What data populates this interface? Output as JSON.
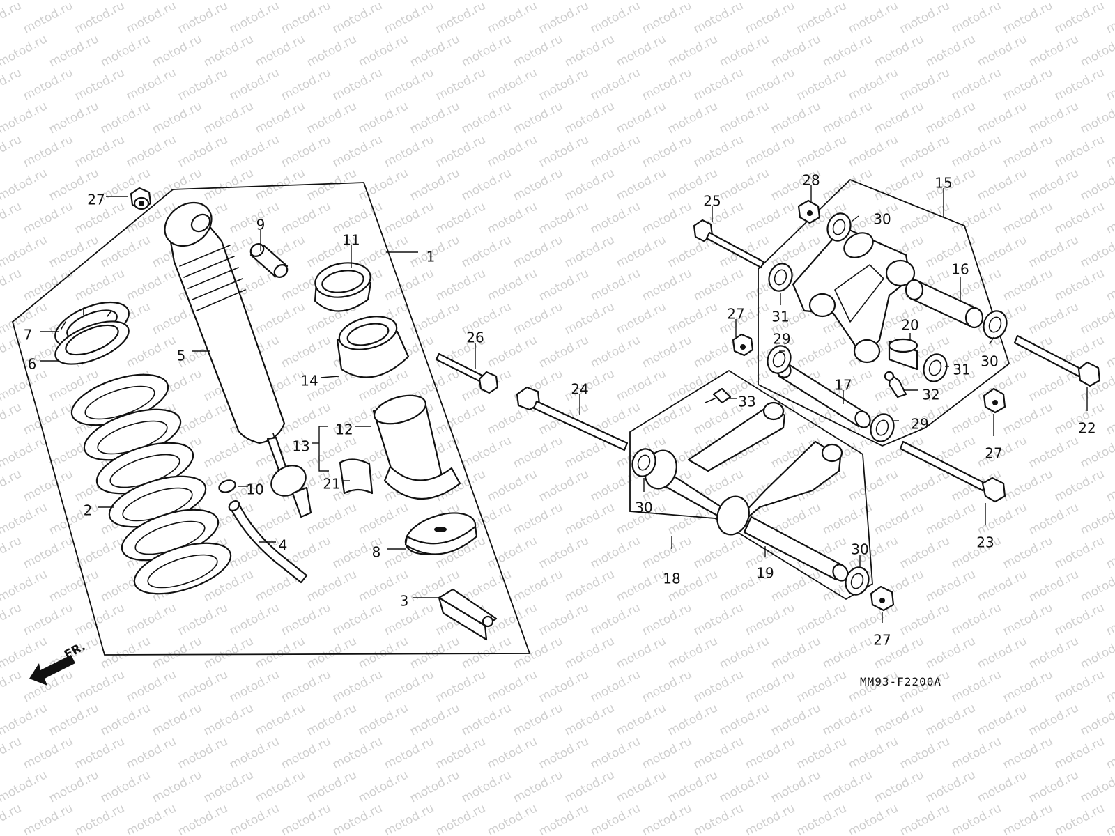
{
  "watermark_text": "motod.ru",
  "diagram_code": "MM93-F2200A",
  "direction_label": "FR.",
  "callouts": [
    {
      "id": "1",
      "label": "1"
    },
    {
      "id": "2",
      "label": "2"
    },
    {
      "id": "3",
      "label": "3"
    },
    {
      "id": "4",
      "label": "4"
    },
    {
      "id": "5",
      "label": "5"
    },
    {
      "id": "6",
      "label": "6"
    },
    {
      "id": "7",
      "label": "7"
    },
    {
      "id": "8",
      "label": "8"
    },
    {
      "id": "9",
      "label": "9"
    },
    {
      "id": "10",
      "label": "10"
    },
    {
      "id": "11",
      "label": "11"
    },
    {
      "id": "12",
      "label": "12"
    },
    {
      "id": "13",
      "label": "13"
    },
    {
      "id": "14",
      "label": "14"
    },
    {
      "id": "15",
      "label": "15"
    },
    {
      "id": "16",
      "label": "16"
    },
    {
      "id": "17",
      "label": "17"
    },
    {
      "id": "18",
      "label": "18"
    },
    {
      "id": "19",
      "label": "19"
    },
    {
      "id": "20",
      "label": "20"
    },
    {
      "id": "21",
      "label": "21"
    },
    {
      "id": "22",
      "label": "22"
    },
    {
      "id": "23",
      "label": "23"
    },
    {
      "id": "24",
      "label": "24"
    },
    {
      "id": "25",
      "label": "25"
    },
    {
      "id": "26",
      "label": "26"
    },
    {
      "id": "27a",
      "label": "27"
    },
    {
      "id": "27b",
      "label": "27"
    },
    {
      "id": "27c",
      "label": "27"
    },
    {
      "id": "27d",
      "label": "27"
    },
    {
      "id": "28",
      "label": "28"
    },
    {
      "id": "29a",
      "label": "29"
    },
    {
      "id": "29b",
      "label": "29"
    },
    {
      "id": "30a",
      "label": "30"
    },
    {
      "id": "30b",
      "label": "30"
    },
    {
      "id": "30c",
      "label": "30"
    },
    {
      "id": "30d",
      "label": "30"
    },
    {
      "id": "31a",
      "label": "31"
    },
    {
      "id": "31b",
      "label": "31"
    },
    {
      "id": "32",
      "label": "32"
    },
    {
      "id": "33",
      "label": "33"
    }
  ]
}
